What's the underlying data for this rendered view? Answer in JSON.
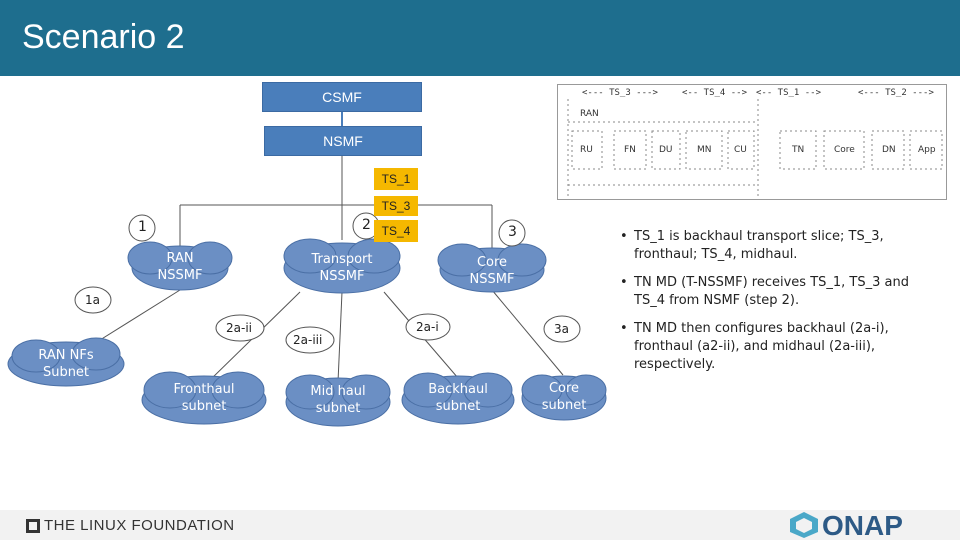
{
  "title": "Scenario 2",
  "boxes": {
    "csmf": "CSMF",
    "nsmf": "NSMF"
  },
  "slices": {
    "ts1": "TS_1",
    "ts3": "TS_3",
    "ts4": "TS_4"
  },
  "nodes": {
    "ran_nssmf": "RAN\nNSSMF",
    "transport_nssmf": "Transport\nNSSMF",
    "core_nssmf": "Core\nNSSMF",
    "ran_nfs_subnet": "RAN NFs\nSubnet",
    "fronthaul_subnet": "Fronthaul\nsubnet",
    "midhaul_subnet": "Mid haul\nsubnet",
    "backhaul_subnet": "Backhaul\nsubnet",
    "core_subnet": "Core\nsubnet"
  },
  "steps": {
    "s1": "1",
    "s2": "2",
    "s3": "3",
    "s1a": "1a",
    "s2ai": "2a-i",
    "s2aii": "2a-ii",
    "s2aiii": "2a-iii",
    "s3a": "3a"
  },
  "inset": {
    "ts_labels": [
      "<--- TS_3 --->",
      "<-- TS_4 -->",
      "<-- TS_1 -->",
      "<--- TS_2 --->"
    ],
    "ran_label": "RAN",
    "chain": [
      "RU",
      "FN",
      "DU",
      "MN",
      "CU",
      "TN",
      "Core",
      "DN",
      "App"
    ]
  },
  "bullets": [
    "TS_1 is backhaul transport slice; TS_3, fronthaul; TS_4, midhaul.",
    "TN MD (T-NSSMF) receives TS_1, TS_3 and TS_4 from NSMF (step 2).",
    "TN MD then configures backhaul (2a-i), fronthaul (a2-ii), and midhaul (2a-iii), respectively."
  ],
  "footer": {
    "linux_foundation": "THE LINUX FOUNDATION",
    "onap": "ONAP"
  },
  "colors": {
    "title_bar": "#1e6e8e",
    "box_blue": "#4a7ebb",
    "slice_yellow": "#f5b800",
    "cloud_blue": "#6b8fc4"
  }
}
